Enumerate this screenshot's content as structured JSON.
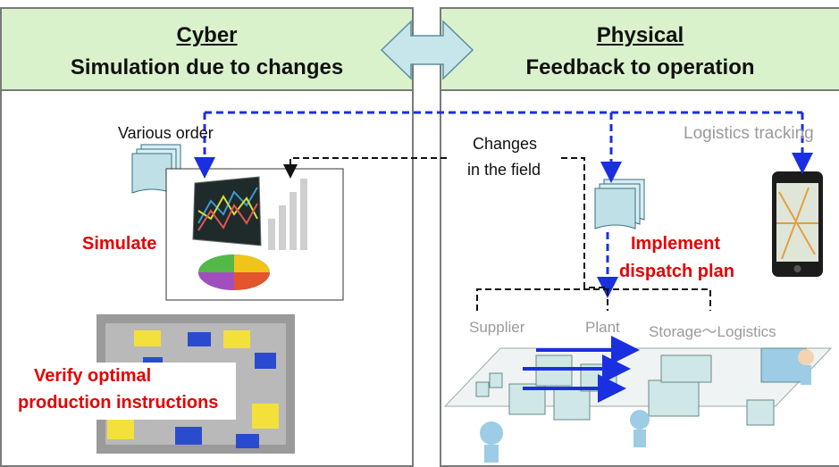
{
  "cyber": {
    "title": "Cyber",
    "subtitle": "Simulation due to changes"
  },
  "physical": {
    "title": "Physical",
    "subtitle": "Feedback to operation"
  },
  "labels": {
    "various_order": "Various order",
    "simulate": "Simulate",
    "verify_line1": "Verify optimal",
    "verify_line2": "production instructions",
    "changes_line1": "Changes",
    "changes_line2": "in the field",
    "logistics_tracking": "Logistics tracking",
    "implement_line1": "Implement",
    "implement_line2": "dispatch plan",
    "supplier": "Supplier",
    "plant": "Plant",
    "storage_logistics": "Storage～Logistics"
  },
  "colors": {
    "header_bg": "#d9f2cc",
    "accent_blue": "#1a2fe0",
    "accent_red": "#e60000",
    "double_arrow": "#c7e6ec"
  }
}
